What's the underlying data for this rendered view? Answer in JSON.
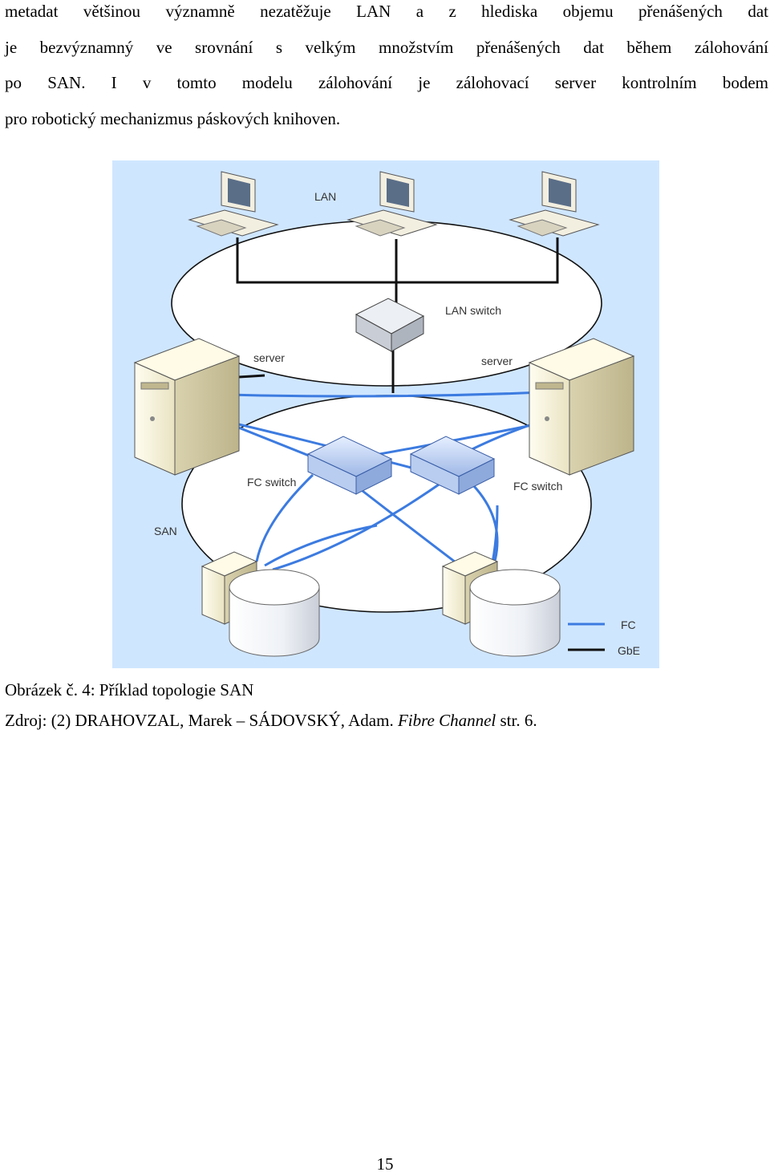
{
  "paragraph": {
    "lines": [
      "metadat většinou významně nezatěžuje LAN a z hlediska objemu přenášených dat",
      "je bezvýznamný ve srovnání s velkým množstvím přenášených dat během zálohování",
      "po SAN. I v tomto modelu zálohování je zálohovací server kontrolním bodem",
      "pro robotický mechanizmus páskových knihoven."
    ]
  },
  "figure": {
    "labels": {
      "lan": "LAN",
      "lan_switch": "LAN switch",
      "server_left": "server",
      "server_right": "server",
      "fc_switch_left": "FC switch",
      "fc_switch_right": "FC switch",
      "san": "SAN"
    },
    "legend": {
      "fc": "FC",
      "gbe": "GbE"
    },
    "colors": {
      "background": "#cfe6ff",
      "fc_link": "#3c7be0",
      "gbe_link": "#111111"
    }
  },
  "caption": "Obrázek č. 4: Příklad topologie SAN",
  "source": {
    "prefix": "Zdroj: (2) DRAHOVZAL, Marek – SÁDOVSKÝ, Adam. ",
    "title": "Fibre Channel",
    "suffix": " str. 6."
  },
  "page_number": "15"
}
